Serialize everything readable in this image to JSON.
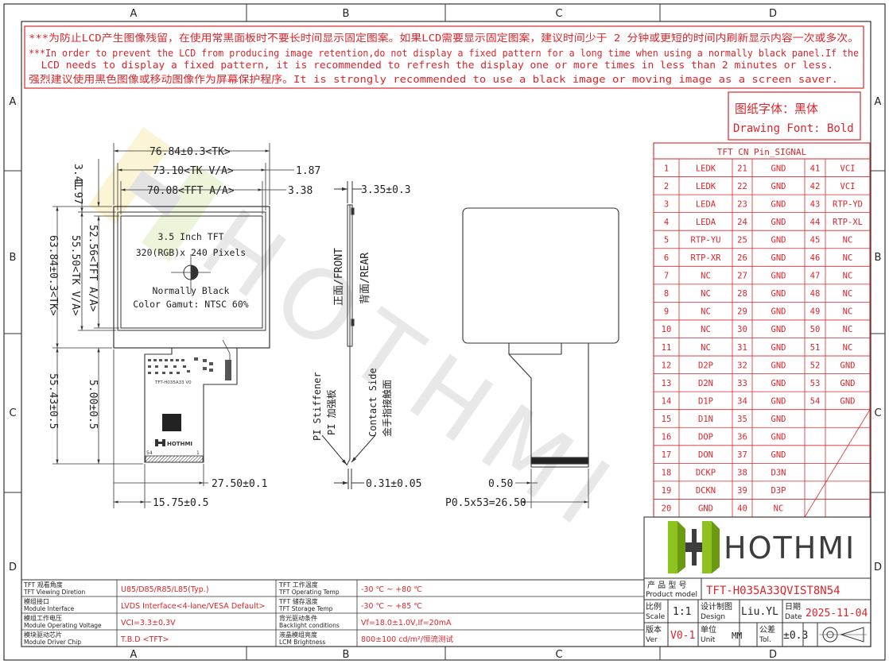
{
  "frame": {
    "col_labels": [
      "A",
      "B",
      "C",
      "D"
    ],
    "row_labels": [
      "A",
      "B",
      "C",
      "D"
    ]
  },
  "warning": {
    "lines": [
      "***为防止LCD产生图像残留，在使用常黑面板时不要长时间显示固定图案。如果LCD需要显示固定图案，建议时间少于 2 分钟或更短的时间内刷新显示内容一次或多次。",
      "***In order to prevent the LCD from producing image retention,do not display a fixed pattern for a long time when using a normally black panel.If the",
      "  LCD needs to display a fixed pattern, it is recommended to refresh the display one or more times in less than 2 minutes or less.",
      "强烈建议使用黑色图像或移动图像作为屏幕保护程序。It is strongly recommended to use a black image or moving image as a screen saver."
    ]
  },
  "font_note": {
    "line1": "图纸字体：黑体",
    "line2": "Drawing Font: Bold"
  },
  "front_view": {
    "dim_width_tk": "76.84±0.3<TK>",
    "dim_va": "73.10<TK V/A>",
    "dim_aa": "70.08<TFT A/A>",
    "dim_187": "1.87",
    "dim_338": "3.38",
    "dim_341": "3.41",
    "dim_197": "1.97",
    "dim_height_tk": "63.84±0.3<TK>",
    "dim_h_va": "55.50<TK V/A>",
    "dim_h_aa": "52.56<TFT A/A>",
    "dim_5543": "55.43±0.5",
    "dim_500": "5.00±0.5",
    "dim_2750": "27.50±0.1",
    "dim_1575": "15.75±0.5",
    "screen_lines": [
      "3.5 Inch TFT",
      "320(RGB)x 240 Pixels",
      "Normally Black",
      "Color Gamut: NTSC 60%"
    ],
    "fpc_label": "TFT-H035A33 V0",
    "fpc_logo": "HOTHMI",
    "pin_first": "54",
    "pin_last": "1"
  },
  "side_view": {
    "dim_thk": "3.35±0.3",
    "front_label": "正面/FRONT",
    "rear_label": "背面/REAR",
    "stiffener_en": "PI Stiffener",
    "stiffener_cn": "PI 加强板",
    "contact_en": "Contact Side",
    "contact_cn": "金手指接触面",
    "dim_031": "0.31±0.05"
  },
  "rear_view": {
    "dim_050": "0.50",
    "dim_pitch": "P0.5x53=26.50"
  },
  "pin_table": {
    "title": "TFT CN Pin_SIGNAL",
    "rows": [
      [
        "1",
        "LEDK",
        "21",
        "GND",
        "41",
        "VCI"
      ],
      [
        "2",
        "LEDK",
        "22",
        "GND",
        "42",
        "VCI"
      ],
      [
        "3",
        "LEDA",
        "23",
        "GND",
        "43",
        "RTP-YD"
      ],
      [
        "4",
        "LEDA",
        "24",
        "GND",
        "44",
        "RTP-XL"
      ],
      [
        "5",
        "RTP-YU",
        "25",
        "GND",
        "45",
        "NC"
      ],
      [
        "6",
        "RTP-XR",
        "26",
        "GND",
        "46",
        "NC"
      ],
      [
        "7",
        "NC",
        "27",
        "GND",
        "47",
        "NC"
      ],
      [
        "8",
        "NC",
        "28",
        "GND",
        "48",
        "NC"
      ],
      [
        "9",
        "NC",
        "29",
        "GND",
        "49",
        "NC"
      ],
      [
        "10",
        "NC",
        "30",
        "GND",
        "50",
        "NC"
      ],
      [
        "11",
        "NC",
        "31",
        "GND",
        "51",
        "NC"
      ],
      [
        "12",
        "D2P",
        "32",
        "GND",
        "52",
        "GND"
      ],
      [
        "13",
        "D2N",
        "33",
        "GND",
        "53",
        "GND"
      ],
      [
        "14",
        "D1P",
        "34",
        "GND",
        "54",
        "GND"
      ],
      [
        "15",
        "D1N",
        "35",
        "GND",
        "",
        ""
      ],
      [
        "16",
        "DOP",
        "36",
        "GND",
        "",
        ""
      ],
      [
        "17",
        "DON",
        "37",
        "GND",
        "",
        ""
      ],
      [
        "18",
        "DCKP",
        "38",
        "D3N",
        "",
        ""
      ],
      [
        "19",
        "DCKN",
        "39",
        "D3P",
        "",
        ""
      ],
      [
        "20",
        "GND",
        "40",
        "NC",
        "",
        ""
      ]
    ]
  },
  "title_block": {
    "logo_text": "HOTHMI",
    "product_label_cn": "产 品 型 号",
    "product_label_en": "Product model",
    "product_model": "TFT-H035A33QVIST8N54",
    "scale_cn": "比例",
    "scale_en": "Scale",
    "scale_val": "1:1",
    "design_cn": "设计制图",
    "design_en": "Design",
    "design_val": "Liu.YL",
    "date_cn": "日期",
    "date_en": "Date",
    "date_val": "2025-11-04",
    "ver_cn": "版本",
    "ver_en": "Ver",
    "ver_val": "V0-1",
    "unit_cn": "单位",
    "unit_en": "Unit",
    "unit_val": "MM",
    "tol_cn": "公差",
    "tol_en": "Tol.",
    "tol_val": "±0.3"
  },
  "specs": {
    "rows": [
      {
        "cn1": "TFT 观看角度",
        "en1": "TFT Viewing Diretion",
        "v1": "U85/D85/R85/L85(Typ.)",
        "cn2": "TFT 工作温度",
        "en2": "TFT Operating Temp",
        "v2": "-30 ℃ ~ +80 ℃"
      },
      {
        "cn1": "模组接口",
        "en1": "Module Interface",
        "v1": "LVDS Interface<4-lane/VESA Default>",
        "cn2": "TFT 储存温度",
        "en2": "TFT Storage Temp",
        "v2": "-30 ℃ ~ +85 ℃"
      },
      {
        "cn1": "模组工作电压",
        "en1": "Module Operating Voltage",
        "v1": "VCI=3.3±0.3V",
        "cn2": "背光驱动条件",
        "en2": "Backlight conditions",
        "v2": "Vf=18.0±1.0V,If=20mA"
      },
      {
        "cn1": "模块驱动芯片",
        "en1": "Module Driver Chip",
        "v1": "T.B.D <TFT>",
        "cn2": "液晶模组亮度",
        "en2": "LCM Brightness",
        "v2": "800±100 cd/m²/恒流测试"
      }
    ]
  },
  "watermark": "HOTHMI",
  "colors": {
    "red": "#d9252b",
    "line": "#333333",
    "green": "#8dc21f",
    "dark": "#3d3d3d"
  }
}
